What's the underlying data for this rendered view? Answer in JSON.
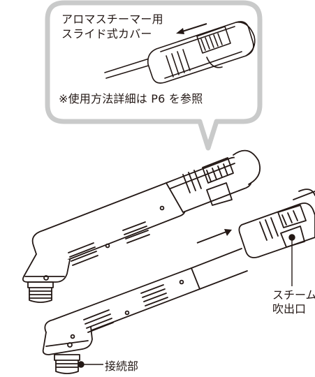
{
  "callout": {
    "caption_line1": "アロマスチーマー用",
    "caption_line2": "スライド式カバー",
    "note": "※使用方法詳細は P6 を参照"
  },
  "labels": {
    "steam_outlet_line1": "スチーム",
    "steam_outlet_line2": "吹出口",
    "connection": "接続部"
  },
  "colors": {
    "callout_border": "#c9caca",
    "line": "#231815"
  }
}
